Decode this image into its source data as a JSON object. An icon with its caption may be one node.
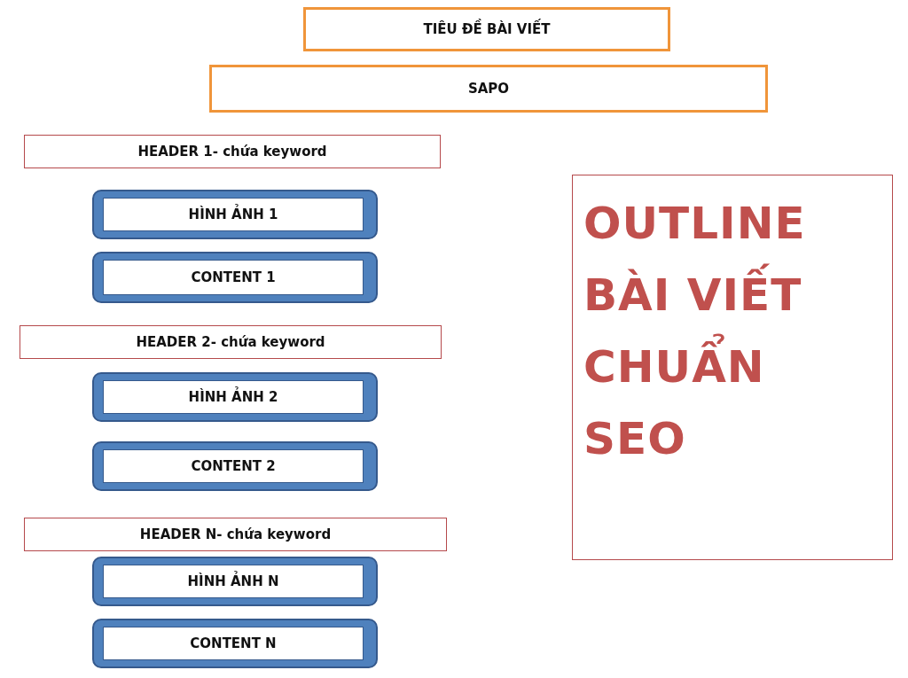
{
  "diagram": {
    "nodes": [
      {
        "text": [
          "TIÊU ĐỀ BÀI VIẾT"
        ]
      },
      {
        "text": [
          "SAPO"
        ]
      },
      {
        "text": [
          "HEADER 1- chứa keyword"
        ]
      },
      {
        "text": [
          "HÌNH ẢNH 1"
        ]
      },
      {
        "text": [
          "CONTENT 1"
        ]
      },
      {
        "text": [
          "HEADER 2- chứa keyword"
        ]
      },
      {
        "text": [
          "HÌNH ẢNH 2"
        ]
      },
      {
        "text": [
          "CONTENT 2"
        ]
      },
      {
        "text": [
          "HEADER N- chứa keyword"
        ]
      },
      {
        "text": [
          "HÌNH ẢNH N"
        ]
      },
      {
        "text": [
          "CONTENT N"
        ]
      },
      {
        "text": [
          "OUTLINE BÀI VIẾT CHUẨN SEO"
        ]
      }
    ]
  }
}
